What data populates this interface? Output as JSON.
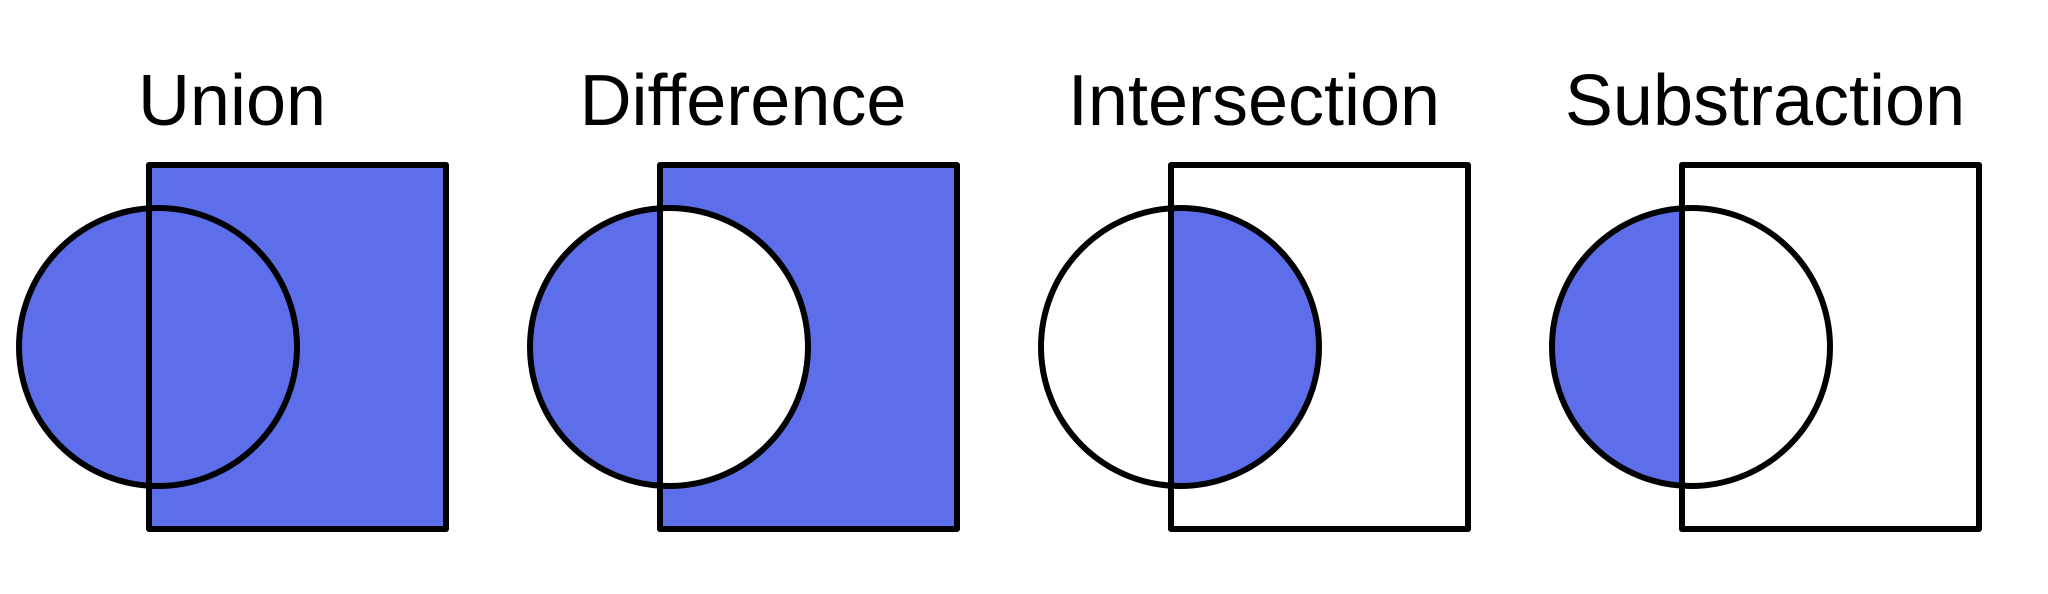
{
  "colors": {
    "fill": "#5d6eeb",
    "stroke": "#000000",
    "background": "#ffffff"
  },
  "panels": [
    {
      "title": "Union",
      "circle_only": true,
      "intersection": true,
      "square_only": true
    },
    {
      "title": "Difference",
      "circle_only": true,
      "intersection": false,
      "square_only": true
    },
    {
      "title": "Intersection",
      "circle_only": false,
      "intersection": true,
      "square_only": false
    },
    {
      "title": "Substraction",
      "circle_only": true,
      "intersection": false,
      "square_only": false
    }
  ]
}
